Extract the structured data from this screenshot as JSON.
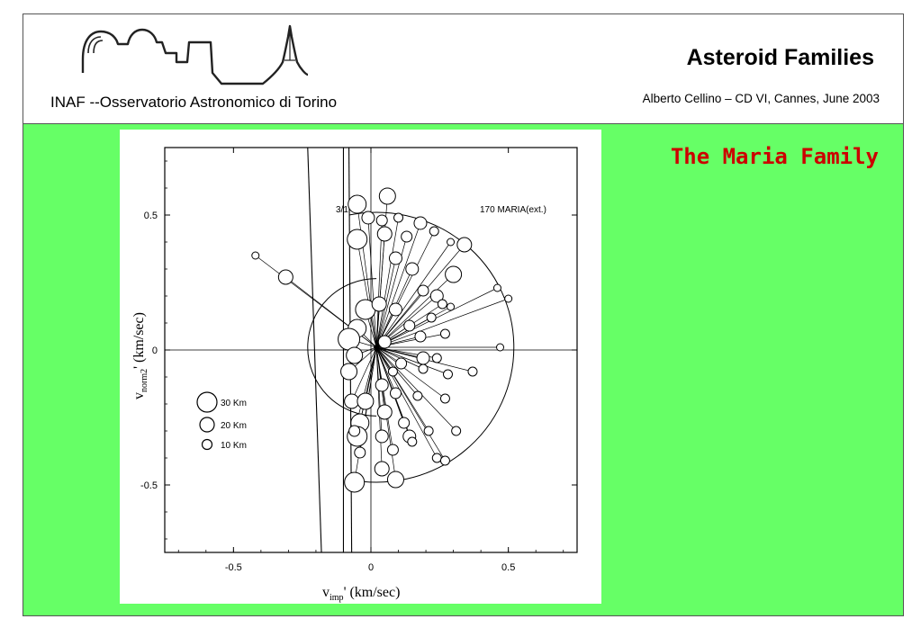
{
  "header": {
    "title": "Asteroid Families",
    "organization": "INAF --Osservatorio Astronomico di Torino",
    "conference": "Alberto Cellino – CD VI, Cannes, June 2003"
  },
  "slide": {
    "subtitle": "The Maria Family",
    "background_color": "#66ff66",
    "subtitle_color": "#cc0000"
  },
  "chart_data": {
    "type": "scatter",
    "xlabel_main": "v",
    "xlabel_sub": "imp",
    "xlabel_rest": "' (km/sec)",
    "ylabel_main": "v",
    "ylabel_sub": "norm2",
    "ylabel_rest": "' (km/sec)",
    "xlim": [
      -0.75,
      0.75
    ],
    "ylim": [
      -0.75,
      0.75
    ],
    "xticks": [
      {
        "value": -0.5,
        "label": "-0.5"
      },
      {
        "value": 0,
        "label": "0"
      },
      {
        "value": 0.5,
        "label": "0.5"
      }
    ],
    "yticks": [
      {
        "value": 0.5,
        "label": "0.5"
      },
      {
        "value": 0,
        "label": "0"
      },
      {
        "value": -0.5,
        "label": "-0.5"
      }
    ],
    "resonance_label": "3/1",
    "family_label": "170 MARIA(ext.)",
    "center": [
      0.02,
      0.01
    ],
    "large_circle_radius": 0.5,
    "small_circle_radius": 0.25,
    "legend": [
      {
        "label": "30 Km",
        "diameter_km": 30
      },
      {
        "label": "20 Km",
        "diameter_km": 20
      },
      {
        "label": "10 Km",
        "diameter_km": 10
      }
    ],
    "members": [
      {
        "x": -0.42,
        "y": 0.35,
        "d": 8
      },
      {
        "x": -0.31,
        "y": 0.27,
        "d": 16
      },
      {
        "x": -0.05,
        "y": 0.54,
        "d": 20
      },
      {
        "x": 0.06,
        "y": 0.57,
        "d": 18
      },
      {
        "x": -0.01,
        "y": 0.49,
        "d": 14
      },
      {
        "x": 0.04,
        "y": 0.48,
        "d": 12
      },
      {
        "x": 0.1,
        "y": 0.49,
        "d": 10
      },
      {
        "x": 0.18,
        "y": 0.47,
        "d": 14
      },
      {
        "x": 0.23,
        "y": 0.44,
        "d": 10
      },
      {
        "x": 0.29,
        "y": 0.4,
        "d": 8
      },
      {
        "x": 0.34,
        "y": 0.39,
        "d": 16
      },
      {
        "x": -0.05,
        "y": 0.41,
        "d": 22
      },
      {
        "x": 0.05,
        "y": 0.43,
        "d": 16
      },
      {
        "x": 0.13,
        "y": 0.42,
        "d": 12
      },
      {
        "x": 0.09,
        "y": 0.34,
        "d": 14
      },
      {
        "x": 0.15,
        "y": 0.3,
        "d": 14
      },
      {
        "x": 0.3,
        "y": 0.28,
        "d": 18
      },
      {
        "x": 0.46,
        "y": 0.23,
        "d": 8
      },
      {
        "x": 0.5,
        "y": 0.19,
        "d": 8
      },
      {
        "x": 0.19,
        "y": 0.22,
        "d": 12
      },
      {
        "x": 0.24,
        "y": 0.2,
        "d": 14
      },
      {
        "x": 0.26,
        "y": 0.17,
        "d": 10
      },
      {
        "x": 0.22,
        "y": 0.12,
        "d": 10
      },
      {
        "x": 0.29,
        "y": 0.16,
        "d": 8
      },
      {
        "x": -0.02,
        "y": 0.15,
        "d": 22
      },
      {
        "x": 0.03,
        "y": 0.17,
        "d": 16
      },
      {
        "x": 0.09,
        "y": 0.15,
        "d": 14
      },
      {
        "x": 0.14,
        "y": 0.09,
        "d": 12
      },
      {
        "x": -0.05,
        "y": 0.08,
        "d": 20
      },
      {
        "x": -0.08,
        "y": 0.04,
        "d": 24
      },
      {
        "x": -0.06,
        "y": -0.02,
        "d": 18
      },
      {
        "x": 0.05,
        "y": 0.03,
        "d": 14
      },
      {
        "x": 0.18,
        "y": 0.05,
        "d": 12
      },
      {
        "x": 0.27,
        "y": 0.06,
        "d": 10
      },
      {
        "x": 0.47,
        "y": 0.01,
        "d": 8
      },
      {
        "x": -0.08,
        "y": -0.08,
        "d": 18
      },
      {
        "x": 0.11,
        "y": -0.05,
        "d": 12
      },
      {
        "x": 0.19,
        "y": -0.03,
        "d": 14
      },
      {
        "x": 0.24,
        "y": -0.03,
        "d": 10
      },
      {
        "x": 0.37,
        "y": -0.08,
        "d": 10
      },
      {
        "x": 0.28,
        "y": -0.09,
        "d": 10
      },
      {
        "x": 0.19,
        "y": -0.07,
        "d": 10
      },
      {
        "x": -0.07,
        "y": -0.19,
        "d": 16
      },
      {
        "x": -0.02,
        "y": -0.19,
        "d": 18
      },
      {
        "x": 0.04,
        "y": -0.13,
        "d": 14
      },
      {
        "x": 0.09,
        "y": -0.16,
        "d": 12
      },
      {
        "x": 0.17,
        "y": -0.17,
        "d": 10
      },
      {
        "x": 0.27,
        "y": -0.18,
        "d": 10
      },
      {
        "x": -0.04,
        "y": -0.27,
        "d": 20
      },
      {
        "x": 0.05,
        "y": -0.23,
        "d": 16
      },
      {
        "x": 0.12,
        "y": -0.27,
        "d": 12
      },
      {
        "x": -0.05,
        "y": -0.32,
        "d": 22
      },
      {
        "x": 0.04,
        "y": -0.32,
        "d": 14
      },
      {
        "x": 0.14,
        "y": -0.32,
        "d": 14
      },
      {
        "x": 0.21,
        "y": -0.3,
        "d": 10
      },
      {
        "x": 0.31,
        "y": -0.3,
        "d": 10
      },
      {
        "x": -0.04,
        "y": -0.38,
        "d": 12
      },
      {
        "x": 0.08,
        "y": -0.37,
        "d": 12
      },
      {
        "x": 0.15,
        "y": -0.34,
        "d": 10
      },
      {
        "x": 0.24,
        "y": -0.4,
        "d": 10
      },
      {
        "x": 0.27,
        "y": -0.41,
        "d": 10
      },
      {
        "x": 0.04,
        "y": -0.44,
        "d": 16
      },
      {
        "x": -0.06,
        "y": -0.49,
        "d": 22
      },
      {
        "x": 0.09,
        "y": -0.48,
        "d": 18
      },
      {
        "x": -0.06,
        "y": -0.3,
        "d": 12
      },
      {
        "x": 0.08,
        "y": -0.08,
        "d": 10
      }
    ]
  }
}
